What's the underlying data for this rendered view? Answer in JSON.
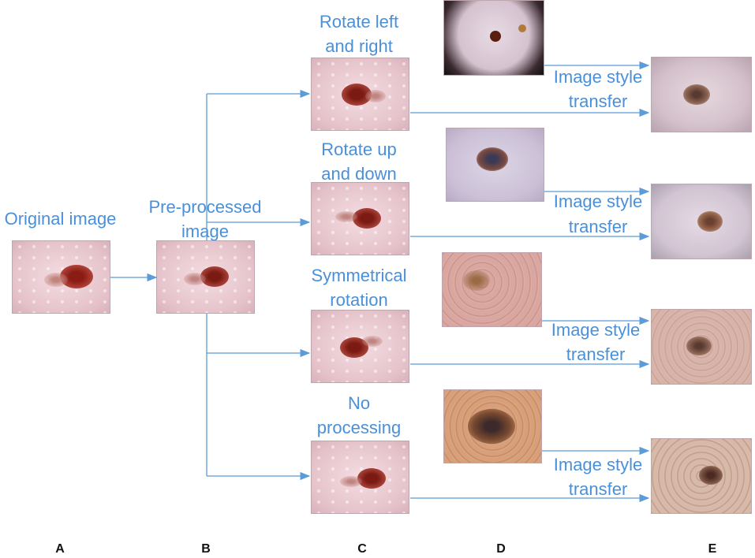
{
  "nodes": {
    "original": {
      "label": "Original image"
    },
    "preprocessed": {
      "label_line1": "Pre-processed",
      "label_line2": "image"
    },
    "rotate_lr": {
      "label_line1": "Rotate left",
      "label_line2": "and right"
    },
    "rotate_ud": {
      "label_line1": "Rotate up",
      "label_line2": "and down"
    },
    "symmetrical": {
      "label_line1": "Symmetrical",
      "label_line2": "rotation"
    },
    "no_processing": {
      "label_line1": "No",
      "label_line2": "processing"
    }
  },
  "style_transfer": [
    {
      "line1": "Image style",
      "line2": "transfer"
    },
    {
      "line1": "Image style",
      "line2": "transfer"
    },
    {
      "line1": "Image style",
      "line2": "transfer"
    },
    {
      "line1": "Image style",
      "line2": "transfer"
    }
  ],
  "column_labels": [
    "A",
    "B",
    "C",
    "D",
    "E"
  ],
  "colors": {
    "label": "#4a90d9",
    "arrow": "#5a9bd8"
  }
}
